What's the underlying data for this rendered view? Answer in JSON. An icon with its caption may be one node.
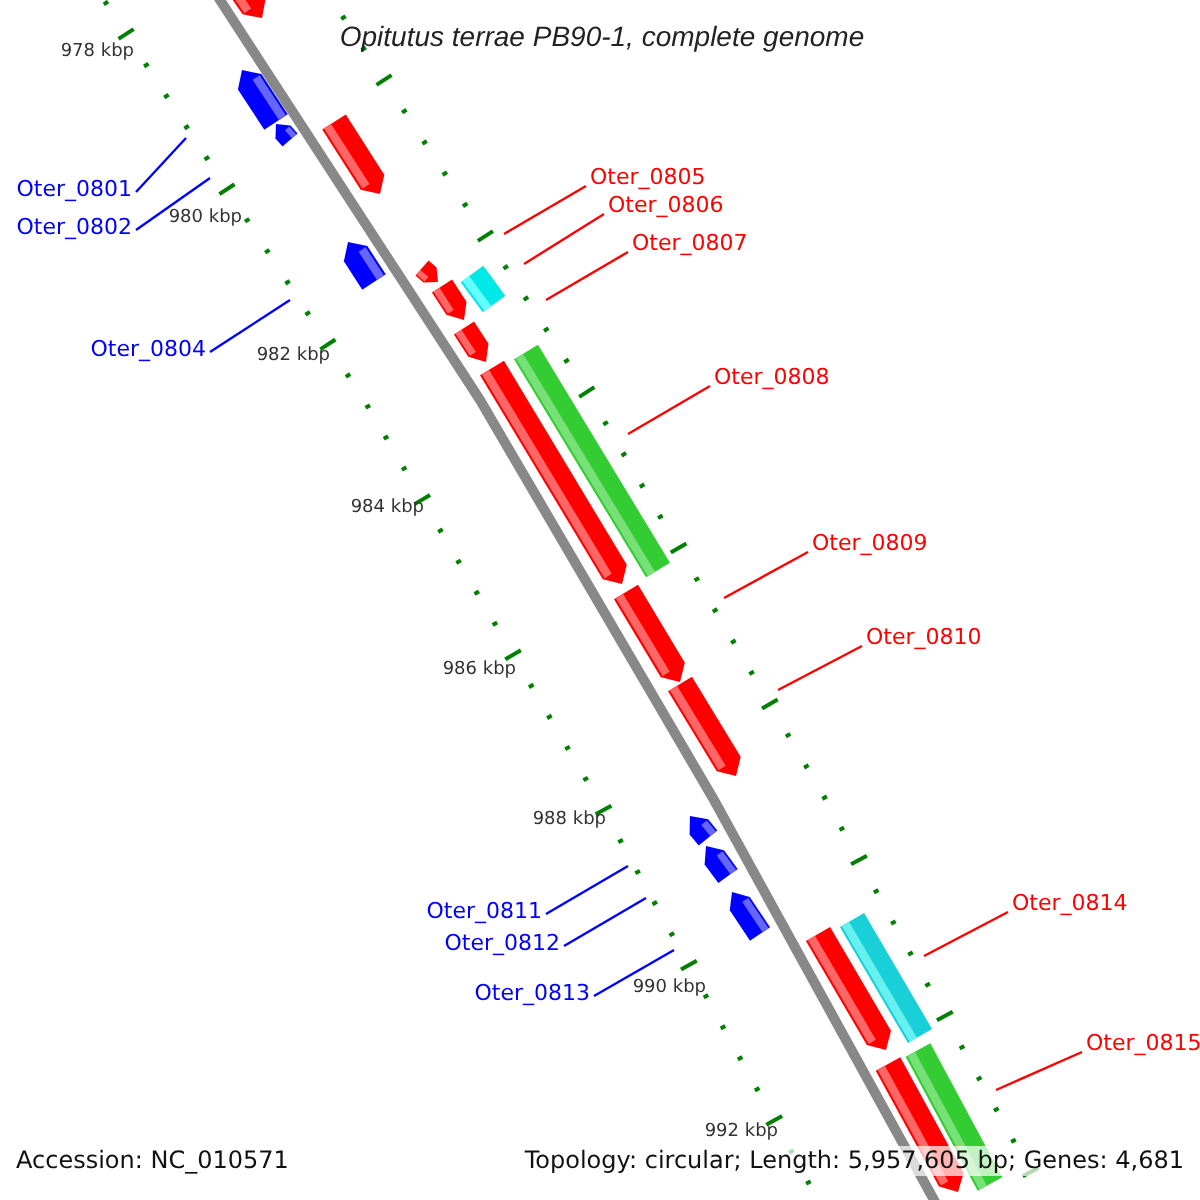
{
  "diagram": {
    "title": "Opitutus terrae PB90-1, complete genome",
    "nodes": [
      {
        "text": [
          "Oter_0801"
        ]
      },
      {
        "text": [
          "Oter_0802"
        ]
      },
      {
        "text": [
          "Oter_0804"
        ]
      },
      {
        "text": [
          "Oter_0805"
        ]
      },
      {
        "text": [
          "Oter_0806"
        ]
      },
      {
        "text": [
          "Oter_0807"
        ]
      },
      {
        "text": [
          "Oter_0808"
        ]
      },
      {
        "text": [
          "Oter_0809"
        ]
      },
      {
        "text": [
          "Oter_0810"
        ]
      },
      {
        "text": [
          "Oter_0811"
        ]
      },
      {
        "text": [
          "Oter_0812"
        ]
      },
      {
        "text": [
          "Oter_0813"
        ]
      },
      {
        "text": [
          "Oter_0814"
        ]
      },
      {
        "text": [
          "Oter_0815"
        ]
      }
    ],
    "edges": [
      {
        "from": 0,
        "to": null,
        "arrow": "none",
        "color": "#0000ff"
      },
      {
        "from": 1,
        "to": null,
        "arrow": "none",
        "color": "#0000ff"
      },
      {
        "from": 2,
        "to": null,
        "arrow": "none",
        "color": "#0000ff"
      },
      {
        "from": 3,
        "to": null,
        "arrow": "none"
      },
      {
        "from": 4,
        "to": null,
        "arrow": "none"
      },
      {
        "from": 5,
        "to": null,
        "arrow": "none"
      },
      {
        "from": 6,
        "to": null,
        "arrow": "none"
      },
      {
        "from": 7,
        "to": null,
        "arrow": "none"
      },
      {
        "from": 8,
        "to": null,
        "arrow": "none"
      },
      {
        "from": 9,
        "to": null,
        "arrow": "none",
        "color": "#0000ff"
      },
      {
        "from": 10,
        "to": null,
        "arrow": "none",
        "color": "#0000ff"
      },
      {
        "from": 11,
        "to": null,
        "arrow": "none",
        "color": "#0000ff"
      },
      {
        "from": 12,
        "to": null,
        "arrow": "none"
      },
      {
        "from": 13,
        "to": null,
        "arrow": "none"
      }
    ],
    "labels": [
      "978 kbp",
      "980 kbp",
      "982 kbp",
      "984 kbp",
      "986 kbp",
      "988 kbp",
      "990 kbp",
      "992 kbp",
      "Accession: NC_010571",
      "Topology: circular; Length: 5,957,605 bp; Genes: 4,681"
    ]
  }
}
